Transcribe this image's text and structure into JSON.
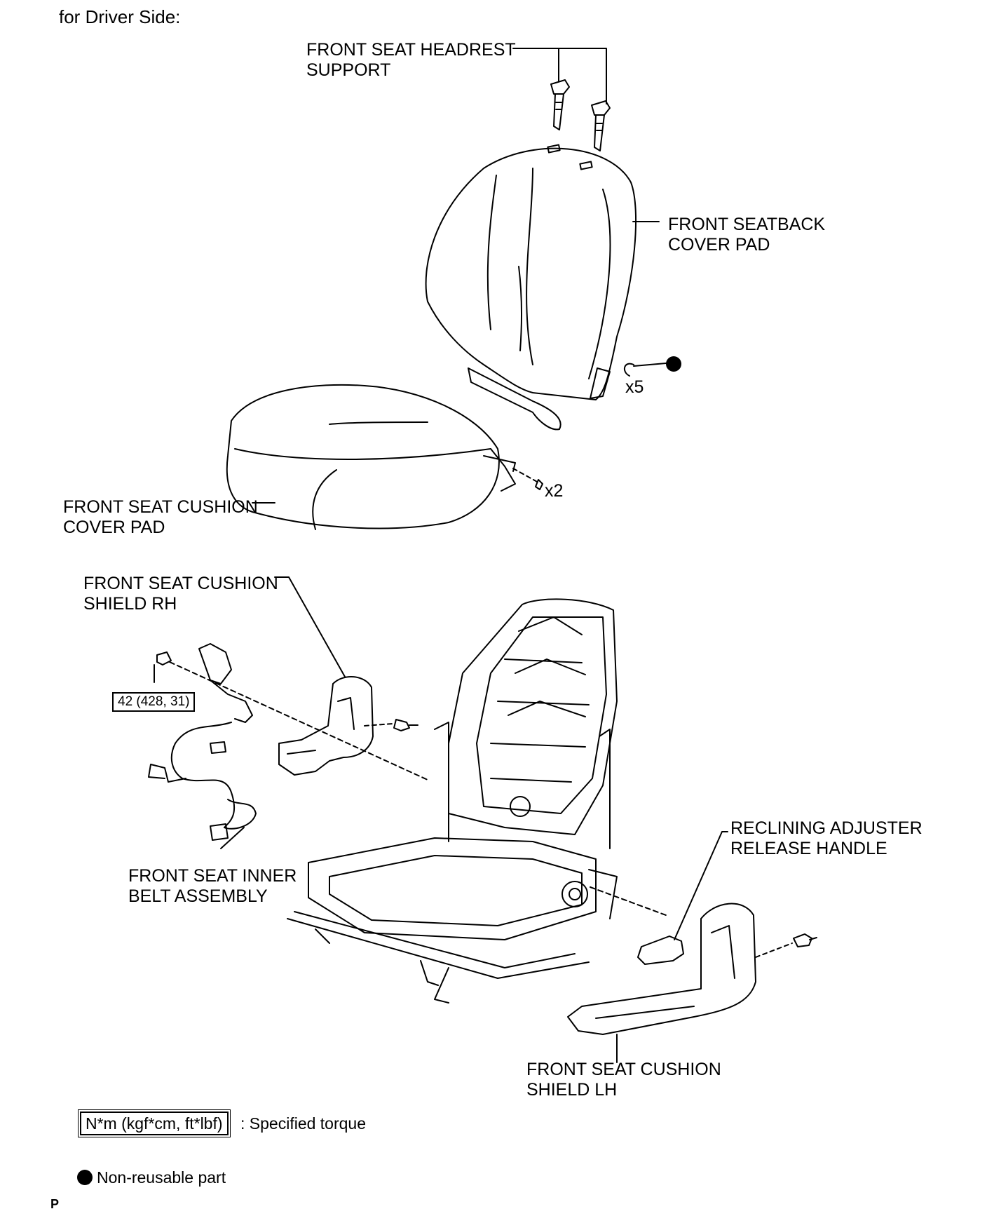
{
  "header": {
    "title": "for Driver Side:"
  },
  "labels": {
    "headrest_support": [
      "FRONT SEAT HEADREST",
      "SUPPORT"
    ],
    "seatback_cover_pad": [
      "FRONT SEATBACK",
      "COVER PAD"
    ],
    "cushion_cover_pad": [
      "FRONT SEAT CUSHION",
      "COVER PAD"
    ],
    "cushion_shield_rh": [
      "FRONT SEAT CUSHION",
      "SHIELD RH"
    ],
    "inner_belt": [
      "FRONT SEAT INNER",
      "BELT ASSEMBLY"
    ],
    "reclining_handle": [
      "RECLINING ADJUSTER",
      "RELEASE HANDLE"
    ],
    "cushion_shield_lh": [
      "FRONT SEAT CUSHION",
      "SHIELD LH"
    ]
  },
  "quantities": {
    "hog_rings": "x5",
    "clips": "x2"
  },
  "torque": {
    "value": "42 (428, 31)"
  },
  "legend": {
    "torque_units": "N*m (kgf*cm, ft*lbf)",
    "torque_desc": ": Specified torque",
    "nonreusable_desc": "Non-reusable part"
  },
  "footer": {
    "mark": "P"
  }
}
